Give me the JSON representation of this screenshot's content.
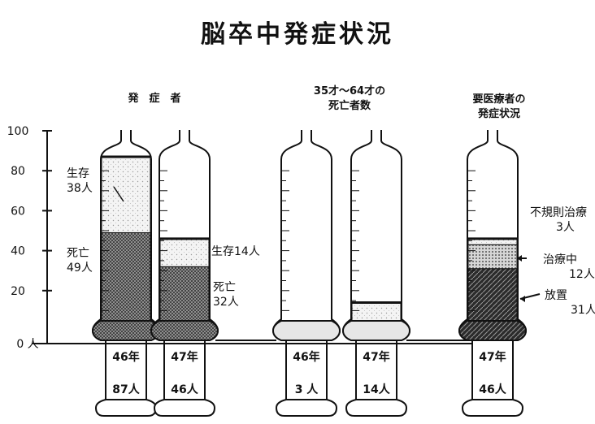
{
  "title": "脳卒中発症状況",
  "group_labels": {
    "onset": "発　症　者",
    "death_line1": "35才～64才の",
    "death_line2": "死亡者数",
    "care_line1": "要医療者の",
    "care_line2": "発症状況"
  },
  "chart_data": {
    "type": "bar",
    "title": "脳卒中発症状況",
    "ylim": [
      0,
      100
    ],
    "y_ticks": [
      "0 人",
      "20",
      "40",
      "60",
      "80",
      "100"
    ],
    "bars": [
      {
        "group": "発症者",
        "year": "46年",
        "total_label": "87人",
        "segments": [
          {
            "name_line1": "死亡",
            "name_line2": "49人",
            "value": 49,
            "pattern": "dark"
          },
          {
            "name_line1": "生存",
            "name_line2": "38人",
            "value": 38,
            "pattern": "light"
          }
        ]
      },
      {
        "group": "発症者",
        "year": "47年",
        "total_label": "46人",
        "segments": [
          {
            "name_line1": "死亡",
            "name_line2": "32人",
            "value": 32,
            "pattern": "dark"
          },
          {
            "name_line1": "生存14人",
            "name_line2": "",
            "value": 14,
            "pattern": "light"
          }
        ]
      },
      {
        "group": "35才～64才の死亡者数",
        "year": "46年",
        "total_label": "3 人",
        "segments": [
          {
            "value": 3,
            "pattern": "light"
          }
        ]
      },
      {
        "group": "35才～64才の死亡者数",
        "year": "47年",
        "total_label": "14人",
        "segments": [
          {
            "value": 14,
            "pattern": "light"
          }
        ]
      },
      {
        "group": "要医療者の発症状況",
        "year": "47年",
        "total_label": "46人",
        "segments": [
          {
            "name_line1": "放置",
            "name_line2": "31人",
            "value": 31,
            "pattern": "hatch"
          },
          {
            "name_line1": "治療中",
            "name_line2": "12人",
            "value": 12,
            "pattern": "dots"
          },
          {
            "name_line1": "不規則治療",
            "name_line2": "3人",
            "value": 3,
            "pattern": "light"
          }
        ]
      }
    ]
  }
}
